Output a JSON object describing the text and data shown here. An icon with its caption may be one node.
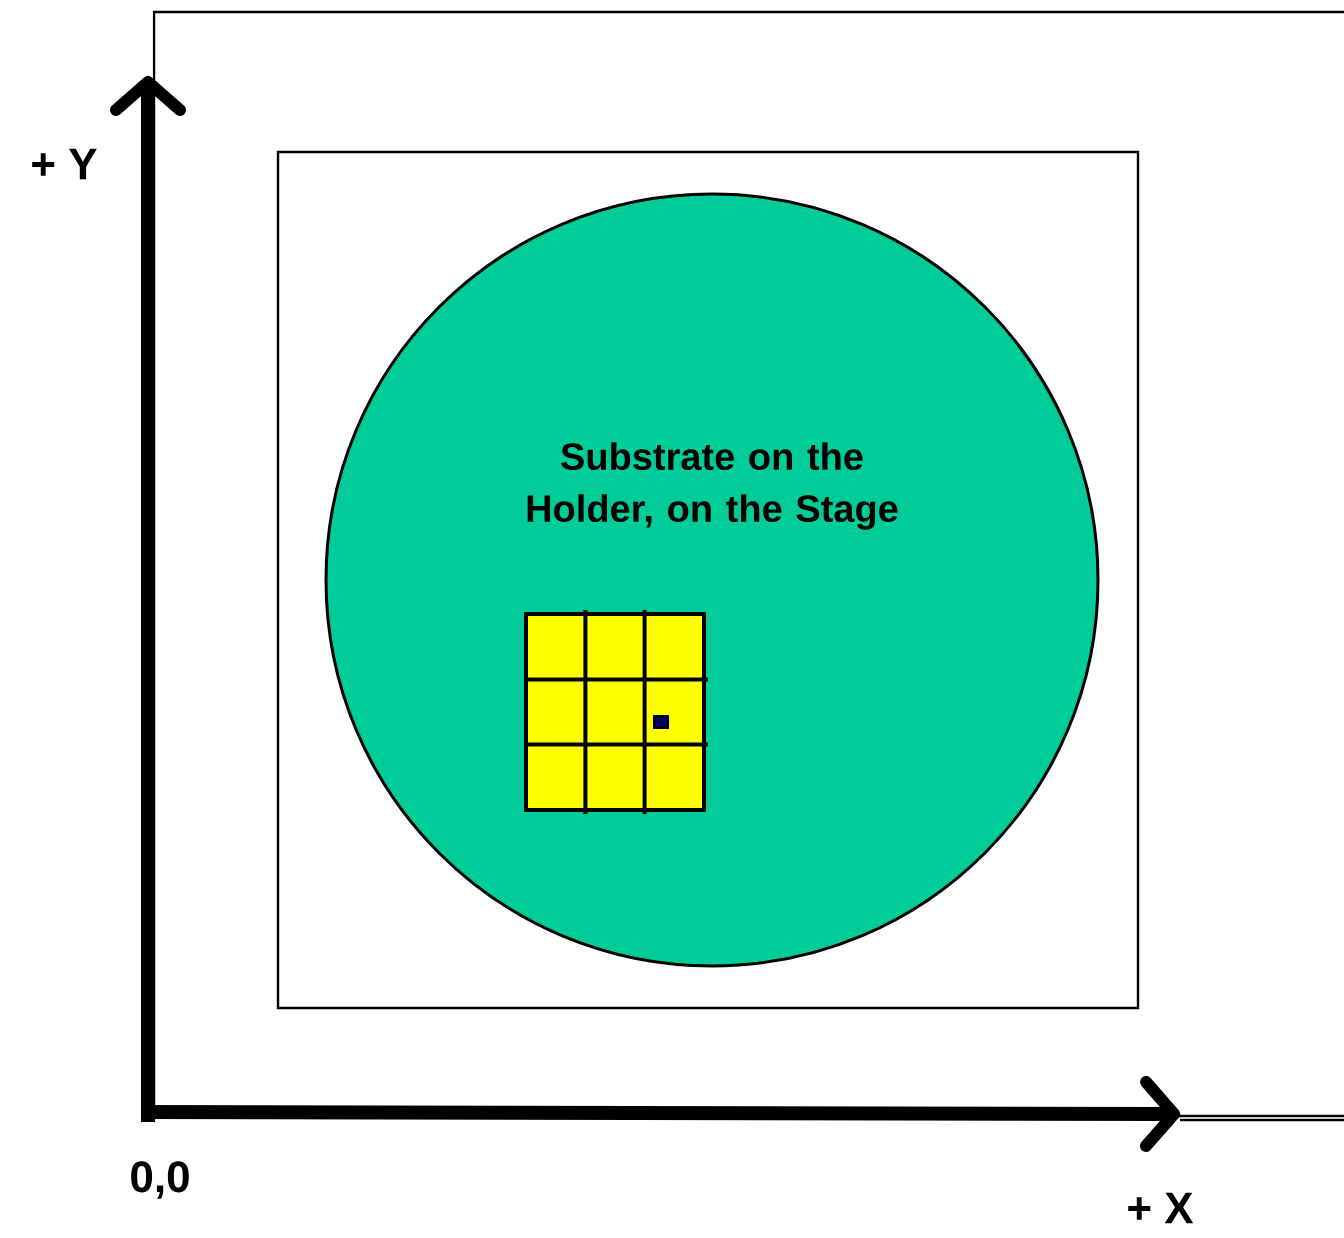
{
  "diagram": {
    "nodes": [
      {
        "text": [],
        "shape": "box"
      },
      {
        "text": [],
        "shape": "box",
        "in": 0
      },
      {
        "text": [
          "Substrate on the Holder, on the Stage"
        ],
        "in": 1
      },
      {
        "text": [],
        "shape": "box",
        "in": 2
      }
    ],
    "labels": [
      "+ Y",
      "0,0",
      "+ X"
    ]
  }
}
